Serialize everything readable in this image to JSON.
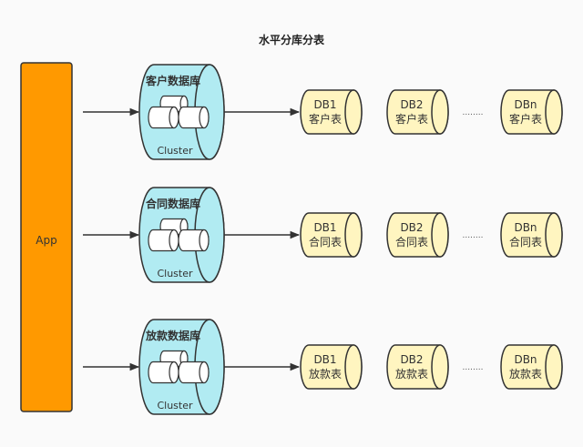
{
  "title": "水平分库分表",
  "app": {
    "label": "App",
    "color": "#ff9900"
  },
  "colors": {
    "cluster_fill": "#b1ebf2",
    "db_fill": "#fff5c0",
    "inner_cylinder_fill": "#ffffff",
    "stroke": "#333333",
    "background": "#fafafa"
  },
  "rows": [
    {
      "cluster_label": "客户数据库",
      "cluster_caption": "Cluster",
      "dbs": [
        {
          "name": "DB1",
          "table": "客户表"
        },
        {
          "name": "DB2",
          "table": "客户表"
        },
        {
          "name": "DBn",
          "table": "客户表"
        }
      ],
      "ellipsis": "........"
    },
    {
      "cluster_label": "合同数据库",
      "cluster_caption": "Cluster",
      "dbs": [
        {
          "name": "DB1",
          "table": "合同表"
        },
        {
          "name": "DB2",
          "table": "合同表"
        },
        {
          "name": "DBn",
          "table": "合同表"
        }
      ],
      "ellipsis": "........"
    },
    {
      "cluster_label": "放款数据库",
      "cluster_caption": "Cluster",
      "dbs": [
        {
          "name": "DB1",
          "table": "放款表"
        },
        {
          "name": "DB2",
          "table": "放款表"
        },
        {
          "name": "DBn",
          "table": "放款表"
        }
      ],
      "ellipsis": "........"
    }
  ]
}
